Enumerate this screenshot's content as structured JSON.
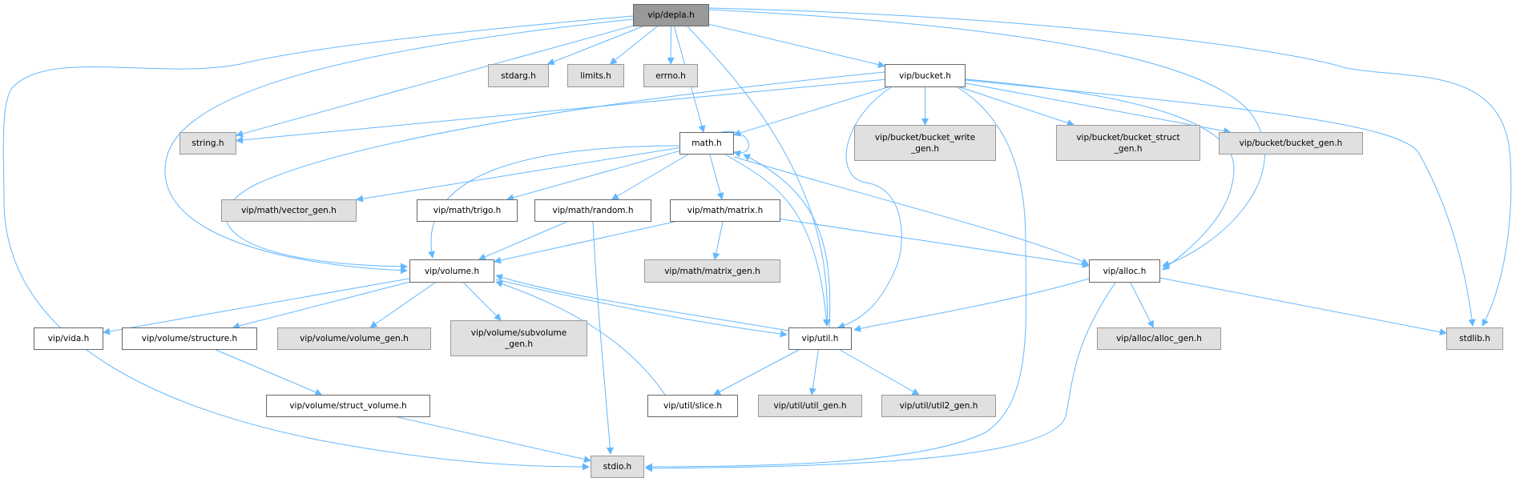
{
  "graph": {
    "type": "include-dependency-graph",
    "root": "depla",
    "colors": {
      "edge": "#63b8ff",
      "root_fill": "#999999",
      "external_fill": "#e0e0e0",
      "local_fill": "#ffffff"
    },
    "nodes": [
      {
        "id": "depla",
        "label": "vip/depla.h",
        "kind": "root"
      },
      {
        "id": "stdarg",
        "label": "stdarg.h",
        "kind": "ext"
      },
      {
        "id": "limits",
        "label": "limits.h",
        "kind": "ext"
      },
      {
        "id": "errno",
        "label": "errno.h",
        "kind": "ext"
      },
      {
        "id": "bucket",
        "label": "vip/bucket.h",
        "kind": "local"
      },
      {
        "id": "string",
        "label": "string.h",
        "kind": "ext"
      },
      {
        "id": "math",
        "label": "math.h",
        "kind": "local"
      },
      {
        "id": "bucket_write_gen",
        "label": "vip/bucket/bucket_write\n_gen.h",
        "kind": "ext"
      },
      {
        "id": "bucket_struct_gen",
        "label": "vip/bucket/bucket_struct\n_gen.h",
        "kind": "ext"
      },
      {
        "id": "bucket_gen",
        "label": "vip/bucket/bucket_gen.h",
        "kind": "ext"
      },
      {
        "id": "vector_gen",
        "label": "vip/math/vector_gen.h",
        "kind": "ext"
      },
      {
        "id": "trigo",
        "label": "vip/math/trigo.h",
        "kind": "local"
      },
      {
        "id": "random",
        "label": "vip/math/random.h",
        "kind": "local"
      },
      {
        "id": "matrix",
        "label": "vip/math/matrix.h",
        "kind": "local"
      },
      {
        "id": "volume",
        "label": "vip/volume.h",
        "kind": "local"
      },
      {
        "id": "matrix_gen",
        "label": "vip/math/matrix_gen.h",
        "kind": "ext"
      },
      {
        "id": "alloc",
        "label": "vip/alloc.h",
        "kind": "local"
      },
      {
        "id": "vida",
        "label": "vip/vida.h",
        "kind": "local"
      },
      {
        "id": "structure",
        "label": "vip/volume/structure.h",
        "kind": "local"
      },
      {
        "id": "volume_gen",
        "label": "vip/volume/volume_gen.h",
        "kind": "ext"
      },
      {
        "id": "subvolume_gen",
        "label": "vip/volume/subvolume\n_gen.h",
        "kind": "ext"
      },
      {
        "id": "util",
        "label": "vip/util.h",
        "kind": "local"
      },
      {
        "id": "alloc_gen",
        "label": "vip/alloc/alloc_gen.h",
        "kind": "ext"
      },
      {
        "id": "stdlib",
        "label": "stdlib.h",
        "kind": "ext"
      },
      {
        "id": "struct_volume",
        "label": "vip/volume/struct_volume.h",
        "kind": "local"
      },
      {
        "id": "slice",
        "label": "vip/util/slice.h",
        "kind": "local"
      },
      {
        "id": "util_gen",
        "label": "vip/util/util_gen.h",
        "kind": "ext"
      },
      {
        "id": "util2_gen",
        "label": "vip/util/util2_gen.h",
        "kind": "ext"
      },
      {
        "id": "stdio",
        "label": "stdio.h",
        "kind": "ext"
      }
    ],
    "edges": [
      [
        "depla",
        "stdarg"
      ],
      [
        "depla",
        "limits"
      ],
      [
        "depla",
        "errno"
      ],
      [
        "depla",
        "string"
      ],
      [
        "depla",
        "math"
      ],
      [
        "depla",
        "bucket"
      ],
      [
        "depla",
        "volume"
      ],
      [
        "depla",
        "util"
      ],
      [
        "depla",
        "alloc"
      ],
      [
        "depla",
        "stdlib"
      ],
      [
        "depla",
        "stdio"
      ],
      [
        "bucket",
        "string"
      ],
      [
        "bucket",
        "math"
      ],
      [
        "bucket",
        "bucket_write_gen"
      ],
      [
        "bucket",
        "bucket_struct_gen"
      ],
      [
        "bucket",
        "bucket_gen"
      ],
      [
        "bucket",
        "volume"
      ],
      [
        "bucket",
        "util"
      ],
      [
        "bucket",
        "stdio"
      ],
      [
        "bucket",
        "stdlib"
      ],
      [
        "bucket",
        "alloc"
      ],
      [
        "math",
        "math"
      ],
      [
        "math",
        "vector_gen"
      ],
      [
        "math",
        "trigo"
      ],
      [
        "math",
        "random"
      ],
      [
        "math",
        "matrix"
      ],
      [
        "math",
        "volume"
      ],
      [
        "math",
        "util"
      ],
      [
        "math",
        "alloc"
      ],
      [
        "random",
        "volume"
      ],
      [
        "random",
        "stdio"
      ],
      [
        "matrix",
        "volume"
      ],
      [
        "matrix",
        "matrix_gen"
      ],
      [
        "matrix",
        "alloc"
      ],
      [
        "volume",
        "vida"
      ],
      [
        "volume",
        "structure"
      ],
      [
        "volume",
        "volume_gen"
      ],
      [
        "volume",
        "subvolume_gen"
      ],
      [
        "volume",
        "util"
      ],
      [
        "structure",
        "struct_volume"
      ],
      [
        "struct_volume",
        "stdio"
      ],
      [
        "util",
        "volume"
      ],
      [
        "util",
        "math"
      ],
      [
        "util",
        "slice"
      ],
      [
        "util",
        "util_gen"
      ],
      [
        "util",
        "util2_gen"
      ],
      [
        "slice",
        "volume"
      ],
      [
        "alloc",
        "util"
      ],
      [
        "alloc",
        "alloc_gen"
      ],
      [
        "alloc",
        "stdlib"
      ],
      [
        "alloc",
        "stdio"
      ]
    ]
  }
}
